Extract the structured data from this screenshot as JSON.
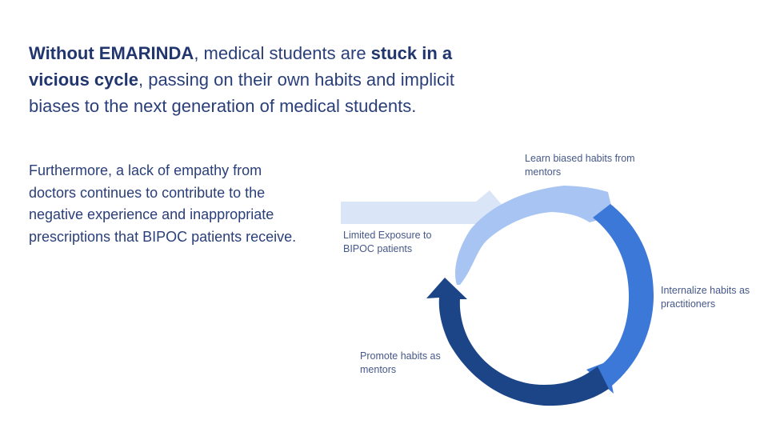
{
  "headline": {
    "part1": "Without EMARINDA",
    "part2": ", medical students are ",
    "part3": "stuck in a vicious cycle",
    "part4": ", passing on their own habits and implicit biases to the next generation of medical students."
  },
  "body_text": "Furthermore, a lack of empathy from doctors continues to contribute to the negative experience and inappropriate prescriptions that BIPOC patients receive.",
  "cycle": {
    "input_label": "Limited Exposure to BIPOC patients",
    "steps": [
      {
        "label": "Learn biased habits from mentors",
        "color": "#a8c4f2"
      },
      {
        "label": "Internalize habits as practitioners",
        "color": "#3c78d8"
      },
      {
        "label": "Promote habits as mentors",
        "color": "#1c4587"
      }
    ],
    "input_color": "#dae5f7"
  }
}
